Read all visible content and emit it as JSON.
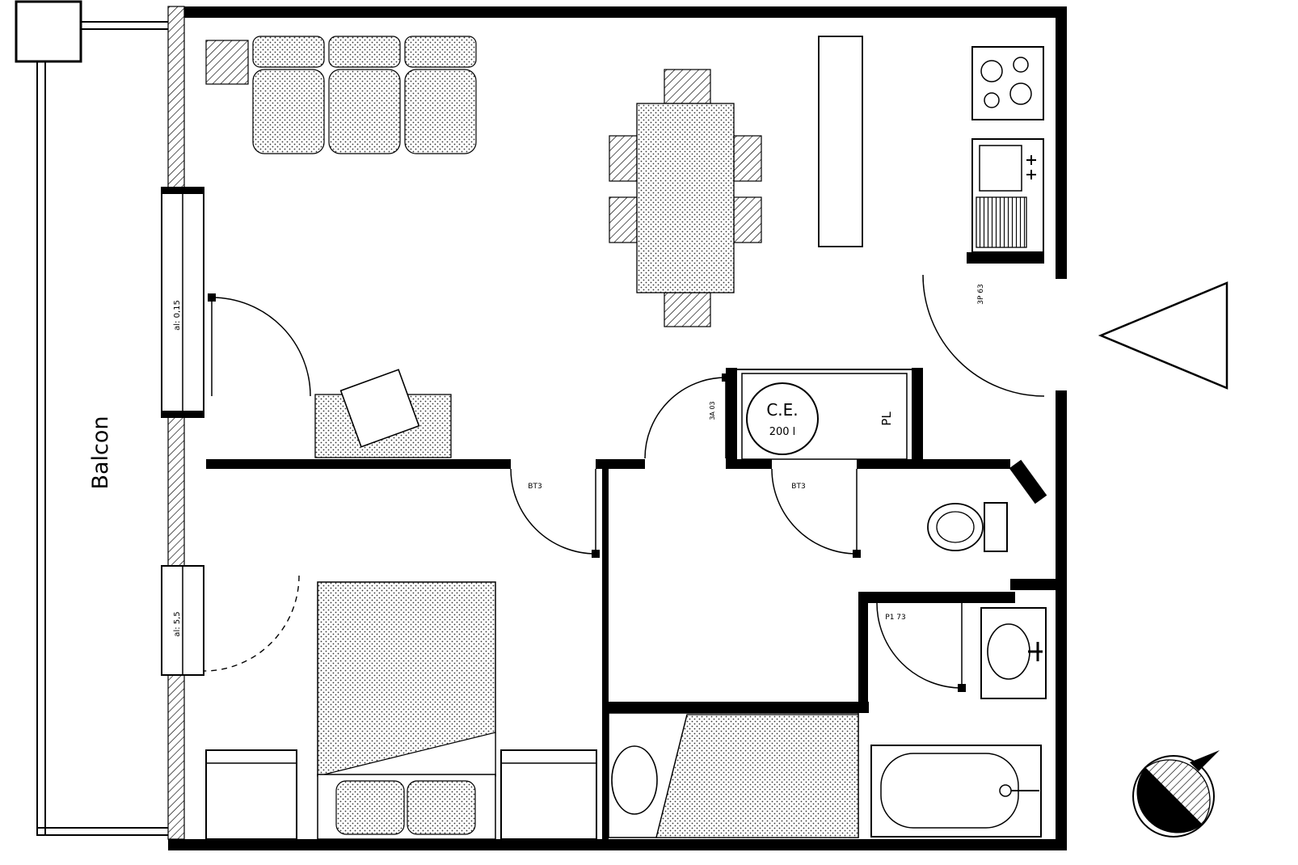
{
  "labels": {
    "balcony": "Balcon",
    "water_heater": "C.E.",
    "water_heater_volume": "200 l",
    "closet": "PL"
  },
  "door_labels": {
    "balcony_living": "al: 0,15",
    "balcony_bedroom": "al: 5,5",
    "bedroom": "BT3",
    "wc_closet": "BT3",
    "bathroom": "P1 73",
    "entry": "3P 63",
    "hall": "3A 03"
  },
  "colors": {
    "line": "#000000",
    "background": "#ffffff"
  }
}
